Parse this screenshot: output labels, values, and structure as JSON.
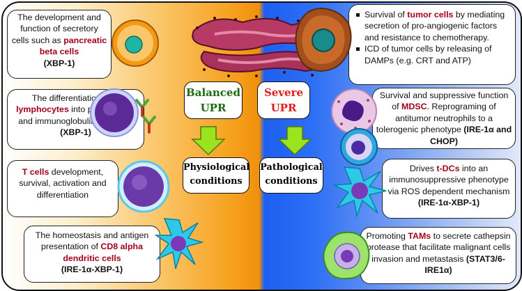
{
  "colors": {
    "highlight": "#a3001c",
    "balanced": "#1b6a12",
    "severe": "#e31b1b",
    "arrow": "#9be31e"
  },
  "center": {
    "balanced": {
      "line1": "Balanced",
      "line2": "UPR"
    },
    "severe": {
      "line1": "Severe",
      "line2": "UPR"
    },
    "physiological": {
      "line1": "Physiological",
      "line2": "conditions"
    },
    "pathological": {
      "line1": "Pathological",
      "line2": "conditions"
    }
  },
  "left": [
    {
      "t1": "The development and function of secretory cells such as ",
      "hl": "pancreatic beta cells",
      "t2": "",
      "tail": "(XBP-1)",
      "icon": "beta-cell-icon"
    },
    {
      "t1": "The differentiation of ",
      "hl": "B lymphocytes",
      "t2": " into plasma cells and immunoglobulin secretion ",
      "tail": "(XBP-1)",
      "icon": "b-lymphocyte-icon"
    },
    {
      "t1": "",
      "hl": "T cells",
      "t2": " development, survival, activation and differentiation",
      "tail": "",
      "icon": "t-cell-icon"
    },
    {
      "t1": "The homeostasis and antigen presentation of ",
      "hl": "CD8 alpha dendritic cells",
      "t2": "",
      "tail": "(IRE-1α-XBP-1)",
      "icon": "dendritic-cell-icon"
    }
  ],
  "right": [
    {
      "icon": "tumor-cell-icon",
      "bullets": [
        {
          "t1": "Survival of ",
          "hl": "tumor cells",
          "t2": " by mediating secretion of pro-angiogenic factors and resistance to chemotherapy."
        },
        {
          "t1": "ICD of tumor cells by releasing of DAMPs (e.g. CRT and ATP)",
          "hl": "",
          "t2": ""
        }
      ]
    },
    {
      "t1": "Survival and suppressive function of ",
      "hl": "MDSC",
      "t2": ". Reprograming of antitumor neutrophils to a tolerogenic phenotype ",
      "tail": "(IRE-1α and CHOP)",
      "icon": "mdsc-icon"
    },
    {
      "t1": "Drives ",
      "hl": "t-DCs",
      "t2": " into an immunosuppressive phenotype via ROS dependent mechanism ",
      "tail": "(IRE-1α-XBP-1)",
      "icon": "tolerogenic-dc-icon"
    },
    {
      "t1": "Promoting ",
      "hl": "TAMs",
      "t2": " to secrete cathepsin protease that facilitate malignant cells invasion and metastasis ",
      "tail": "(STAT3/6-IRE1α)",
      "icon": "macrophage-icon"
    }
  ]
}
